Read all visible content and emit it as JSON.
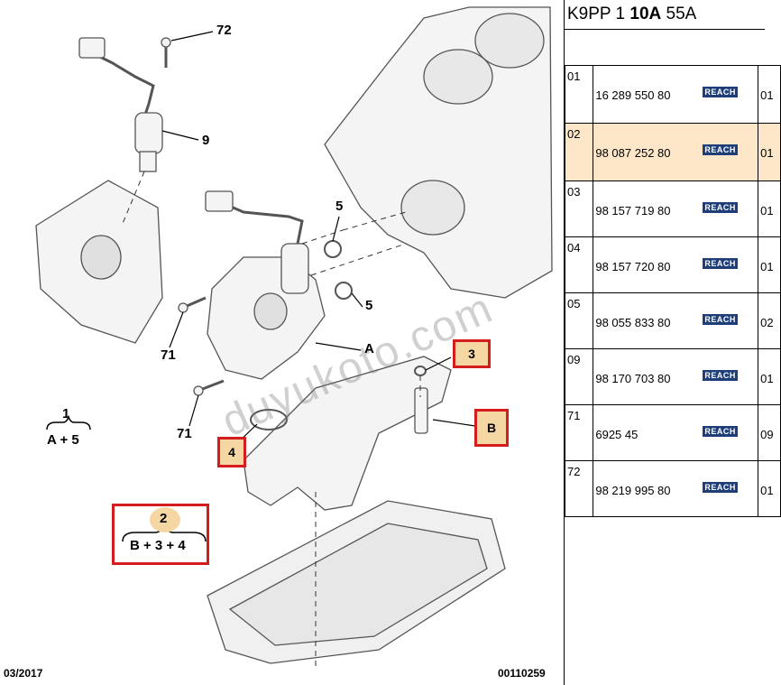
{
  "diagram": {
    "callouts": {
      "n72": "72",
      "n9": "9",
      "n5a": "5",
      "n5b": "5",
      "n71a": "71",
      "n71b": "71",
      "nA": "A",
      "n1": "1",
      "n1sub": "A + 5",
      "n3": "3",
      "nB": "B",
      "n4": "4",
      "n2": "2",
      "n2sub": "B + 3 + 4"
    },
    "watermark": "duyukoto.com",
    "footer_date": "03/2017",
    "footer_code": "00110259",
    "colors": {
      "highlight": "#f5d7a3",
      "frame": "#d51d1d"
    }
  },
  "panel": {
    "engine_code_a": "K9PP 1 ",
    "engine_code_b": "10A",
    "engine_code_c": " 55A",
    "reach_label": "REACH",
    "rows": [
      {
        "idx": "01",
        "ref": "16 289 550 80",
        "qty": "01",
        "highlighted": false
      },
      {
        "idx": "02",
        "ref": "98 087 252 80",
        "qty": "01",
        "highlighted": true
      },
      {
        "idx": "03",
        "ref": "98 157 719 80",
        "qty": "01",
        "highlighted": false
      },
      {
        "idx": "04",
        "ref": "98 157 720 80",
        "qty": "01",
        "highlighted": false
      },
      {
        "idx": "05",
        "ref": "98 055 833 80",
        "qty": "02",
        "highlighted": false
      },
      {
        "idx": "09",
        "ref": "98 170 703 80",
        "qty": "01",
        "highlighted": false
      },
      {
        "idx": "71",
        "ref": "6925 45",
        "qty": "09",
        "highlighted": false
      },
      {
        "idx": "72",
        "ref": "98 219 995 80",
        "qty": "01",
        "highlighted": false
      }
    ]
  }
}
